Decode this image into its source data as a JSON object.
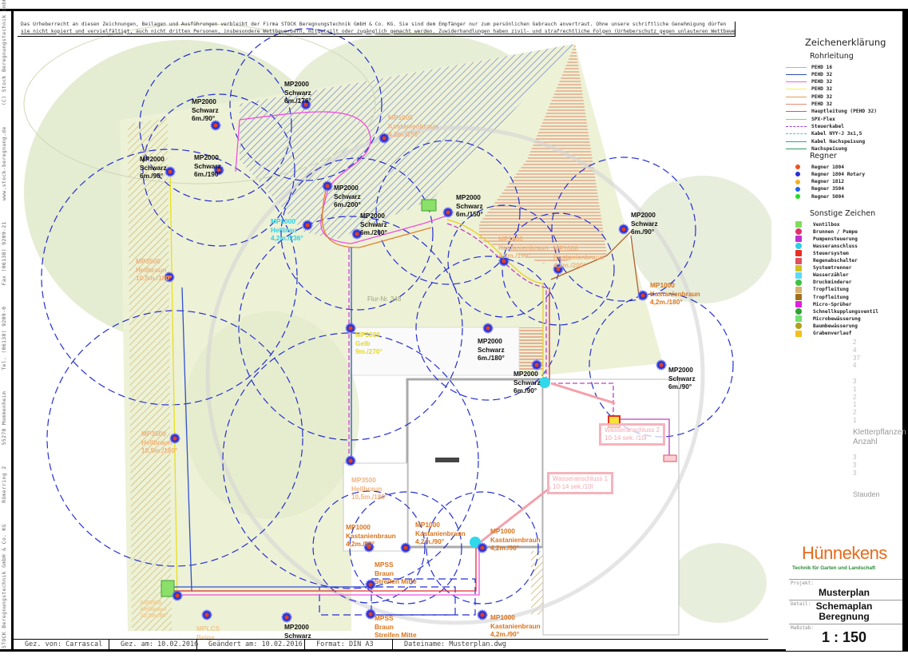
{
  "disclaimer": {
    "line1": "Das Urheberrecht an diesen Zeichnungen, Beilagen und Ausführungen verbleibt der Firma STOCK Beregnungstechnik GmbH & Co. KG. Sie sind dem Empfänger nur zum persönlichen Gebrauch anvertraut. Ohne unsere schriftliche Genehmigung dürfen",
    "line2": "sie nicht kopiert und vervielfältigt, auch nicht dritten Personen, insbesondere Wettbewerbern, mitgeteilt oder zugänglich gemacht werden. Zuwiderhandlungen haben zivil- und strafrechtliche Folgen (Urheberschutz gegen unlauteren Wettbewerb)"
  },
  "company_strip": [
    "STOCK Beregnungstechnik GmbH & Co. KG",
    "Römerring 2",
    "55278 Mommenheim",
    "Tel. (06138) 9209-0",
    "Fax (06138) 9209-21",
    "www.stock-beregnung.de",
    "(C) Stock Beregnungstechnik GmbH & Co. KG"
  ],
  "sprinklers": [
    {
      "text": "MP2000\nSchwarz\n6m./90°"
    },
    {
      "text": "MP2000\nSchwarz\n6m./176°"
    },
    {
      "text": "MP2000\nSchwarz\n6m./90°"
    },
    {
      "text": "MP2000\nSchwarz\n6m./190°"
    },
    {
      "text": "MP1000\nKastanienbraun\n4,2m./150°"
    },
    {
      "text": "MP2000\nSchwarz\n6m./200°"
    },
    {
      "text": "MP2000\nSchwarz\n6m./200°"
    },
    {
      "text": "MP1000\nHellblau\n4,2m./236°"
    },
    {
      "text": "MP2000\nSchwarz\n6m./150°"
    },
    {
      "text": "MP2000\nSchwarz\n6m./90°"
    },
    {
      "text": "MP1000\nKastanienbraun\n4,2m./190°"
    },
    {
      "text": "MP1000\nKastanienbraun\n4,2m./200°"
    },
    {
      "text": "MP1000\nKastanienbraun\n4,2m./180°"
    },
    {
      "text": "MP2000\nSchwarz\n6m./180°"
    },
    {
      "text": "MP2000\nSchwarz\n6m./90°"
    },
    {
      "text": "MP2000\nSchwarz\n6m./90°"
    },
    {
      "text": "MP3000\nGelb\n9m./270°"
    },
    {
      "text": "MP3500\nHellbraun\n10,5m./180°"
    },
    {
      "text": "MP3500\nHellbraun\n10,5m./180°"
    },
    {
      "text": "MP3500\nHellbraun\n10,5m./180°"
    },
    {
      "text": "MP1000\nKastanienbraun\n4,2m./90°"
    },
    {
      "text": "MP1000\nKastanienbraun\n4,2m./90°"
    },
    {
      "text": "MP1000\nKastanienbraun\n4,2m./90°"
    },
    {
      "text": "MPSS\nBraun\nStreifen Mitte"
    },
    {
      "text": "MPSS\nBraun\nStreifen Mitte"
    },
    {
      "text": "MP1000\nKastanienbraun\n4,2m./90°"
    },
    {
      "text": "MP2000\nSchwarz"
    },
    {
      "text": "MPLCS\nBeige"
    },
    {
      "text": "MP3500\nHellbraun\n10,5m./90°"
    }
  ],
  "annotations": {
    "wasseranschluss2": "Wasseranschluss 2\n10-14 sek. /10l",
    "wasseranschluss1": "Wasseranschluss 1\n10-14 sek./10l",
    "flur": "Flur-Nr. 348",
    "kletter": "Kletterpflanzen\nAnzahl",
    "stauden": "Stauden",
    "counts1": "2\n4\n37\n4\n\n3\n1\n2\n1\n2\n1",
    "counts2": "3\n3\n3"
  },
  "legend": {
    "title": "Zeichenerklärung",
    "pipes_title": "Rohrleitung",
    "pipes": [
      {
        "label": "PEHD 16",
        "color": "#5fd3e0"
      },
      {
        "label": "PEHD 32",
        "color": "#2a4ea8"
      },
      {
        "label": "PEHD 32",
        "color": "#f060e8"
      },
      {
        "label": "PEHD 32",
        "color": "#f2ef60"
      },
      {
        "label": "PEHD 32",
        "color": "#e0a050"
      },
      {
        "label": "PEHD 32",
        "color": "#e88a70"
      },
      {
        "label": "Hauptleitung (PEHD 32)",
        "color": "#e85050"
      },
      {
        "label": "SPX-Flex",
        "color": "#7ada7a"
      },
      {
        "label": "Steuerkabel",
        "color": "#a040d0",
        "dashed": true
      },
      {
        "label": "Kabel NYY-J 3x1,5",
        "color": "#40c0e0",
        "dashed": true
      },
      {
        "label": "Kabel Nachspeisung",
        "color": "#2aa890"
      },
      {
        "label": "Nachspeisung",
        "color": "#2a9a60"
      }
    ],
    "regner_title": "Regner",
    "regner": [
      {
        "label": "Regner 1804",
        "color": "#f05020"
      },
      {
        "label": "Regner 1804 Rotary",
        "color": "#2a30d0"
      },
      {
        "label": "Regner 1812",
        "color": "#f0b020"
      },
      {
        "label": "Regner 3504",
        "color": "#2060f0"
      },
      {
        "label": "Regner 5004",
        "color": "#20e020"
      }
    ],
    "other_title": "Sonstige Zeichen",
    "other": [
      {
        "label": "Ventilbox",
        "color": "#7de05a"
      },
      {
        "label": "Brunnen / Pumpe",
        "color": "#e0306a"
      },
      {
        "label": "Pumpensteuerung",
        "color": "#c030d0"
      },
      {
        "label": "Wasseranschluss",
        "color": "#30d0e8"
      },
      {
        "label": "Steuersystem",
        "color": "#e83020"
      },
      {
        "label": "Regenabschalter",
        "color": "#e05060"
      },
      {
        "label": "Systemtrenner",
        "color": "#d0c020"
      },
      {
        "label": "Wasserzähler",
        "color": "#60d8f0"
      },
      {
        "label": "Druckminderer",
        "color": "#40c040"
      },
      {
        "label": "Tropfleitung",
        "color": "#d8b070"
      },
      {
        "label": "Tropfleitung",
        "color": "#a07020"
      },
      {
        "label": "Micro-Sprüher",
        "color": "#e020e0"
      },
      {
        "label": "Schnellkupplungsventil",
        "color": "#30a030"
      },
      {
        "label": "Microbewässerung",
        "color": "#70e070"
      },
      {
        "label": "Baumbewässerung",
        "color": "#b0a020"
      },
      {
        "label": "Grabenverlauf",
        "color": "#f0c020"
      }
    ]
  },
  "titleblock": {
    "logo": "Hünnekens",
    "logo_sub": "Technik für Garten und Landschaft",
    "projekt_label": "Projekt:",
    "projekt": "Musterplan",
    "detail_label": "Detail:",
    "detail": "Schemaplan\nBeregnung",
    "massstab_label": "Maßstab:",
    "massstab": "1 : 150"
  },
  "footer": {
    "gez_von": "Gez. von: Carrascal",
    "gez_am": "Gez. am: 10.02.2016",
    "geaendert": "Geändert am: 10.02.2016",
    "format": "Format: DIN A3",
    "datei": "Dateiname: Musterplan.dwg"
  }
}
